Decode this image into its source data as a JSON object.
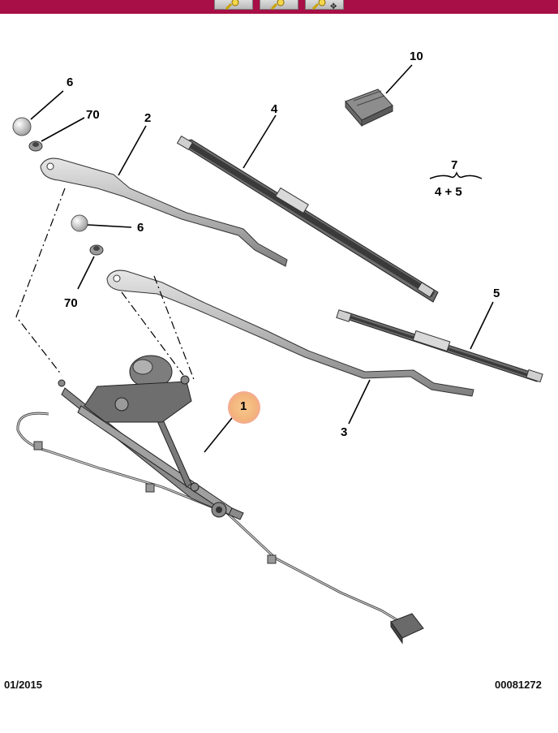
{
  "toolbar": {
    "buttons": [
      {
        "icon": "zoom-in-icon"
      },
      {
        "icon": "zoom-out-icon"
      },
      {
        "icon": "zoom-fit-icon"
      }
    ],
    "bar_color": "#a80f46"
  },
  "diagram": {
    "callouts": {
      "part_10": "10",
      "part_6_top": "6",
      "part_70_top": "70",
      "part_2": "2",
      "part_4": "4",
      "group_7": "7",
      "group_7_formula": "4 + 5",
      "part_6_mid": "6",
      "part_70_mid": "70",
      "part_5": "5",
      "part_1": "1",
      "part_3": "3"
    },
    "highlight_color": "#f3b47a"
  },
  "footer": {
    "date": "01/2015",
    "reference": "00081272"
  }
}
